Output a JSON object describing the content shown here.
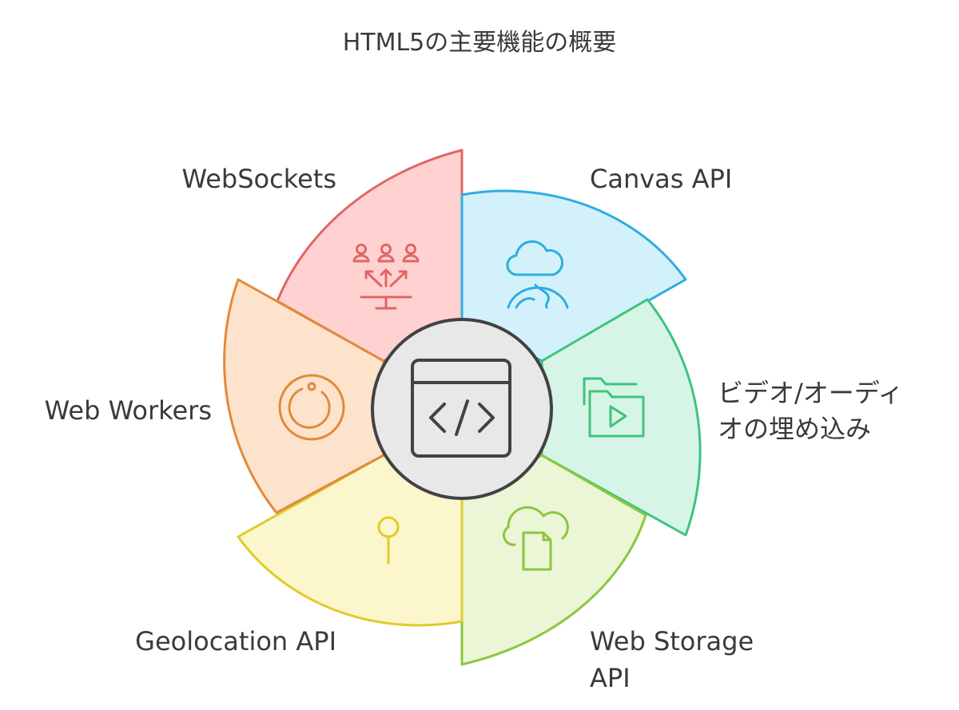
{
  "title": "HTML5の主要機能の概要",
  "center": {
    "icon": "code-window-icon"
  },
  "segments": [
    {
      "id": "websockets",
      "label": "WebSockets",
      "icon": "users-network-icon",
      "fill": "#ffd1d1",
      "stroke": "#e06666"
    },
    {
      "id": "canvas",
      "label": "Canvas API",
      "icon": "cloud-globe-icon",
      "fill": "#d3f1fb",
      "stroke": "#2eaee0"
    },
    {
      "id": "video-audio",
      "label_line1": "ビデオ/オーディ",
      "label_line2": "オの埋め込み",
      "icon": "video-folder-icon",
      "fill": "#d7f5e6",
      "stroke": "#3cc47e"
    },
    {
      "id": "web-storage",
      "label_line1": "Web Storage",
      "label_line2": "API",
      "icon": "cloud-file-icon",
      "fill": "#eaf6d6",
      "stroke": "#8cc63f"
    },
    {
      "id": "geolocation",
      "label": "Geolocation API",
      "icon": "location-pin-icon",
      "fill": "#fcf6cc",
      "stroke": "#e0cb2a"
    },
    {
      "id": "web-workers",
      "label": "Web Workers",
      "icon": "loading-circle-icon",
      "fill": "#fde3cc",
      "stroke": "#e08a3c"
    }
  ]
}
